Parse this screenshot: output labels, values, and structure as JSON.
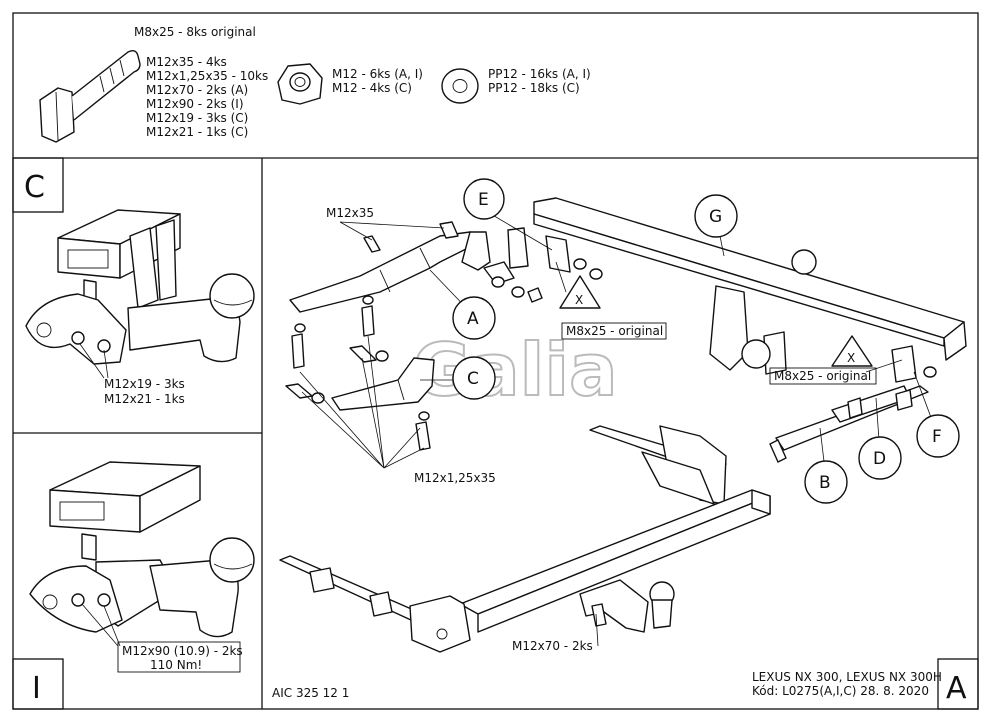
{
  "hardware": {
    "bolt_lines": [
      "M8x25 - 8ks original",
      "M12x35 - 4ks",
      "M12x1,25x35 - 10ks",
      "M12x70 - 2ks (A)",
      "M12x90 - 2ks (I)",
      "M12x19 - 3ks (C)",
      "M12x21 - 1ks (C)"
    ],
    "nut_lines": [
      "M12 - 6ks (A, I)",
      "M12 - 4ks (C)"
    ],
    "washer_lines": [
      "PP12 - 16ks (A, I)",
      "PP12 - 18ks (C)"
    ]
  },
  "panel_c": {
    "letter": "C",
    "label_lines": [
      "M12x19 - 3ks",
      "M12x21 - 1ks"
    ]
  },
  "panel_i": {
    "letter": "I",
    "label_lines": [
      "M12x90 (10.9) - 2ks",
      "110 Nm!"
    ]
  },
  "main": {
    "letter": "A",
    "callouts": {
      "a": "A",
      "b": "B",
      "c": "C",
      "d": "D",
      "e": "E",
      "f": "F",
      "g": "G",
      "x1": "X",
      "x2": "X"
    },
    "labels": {
      "m12x35": "M12x35",
      "m12x125x35": "M12x1,25x35",
      "m8_orig_1": "M8x25 - original",
      "m8_orig_2": "M8x25 - original",
      "m12x70": "M12x70 - 2ks"
    },
    "watermark": "Galia",
    "doc_code": "AIC 325 12 1",
    "model": "LEXUS NX 300, LEXUS NX 300H",
    "code_line": "Kód: L0275(A,I,C)  28. 8. 2020"
  }
}
